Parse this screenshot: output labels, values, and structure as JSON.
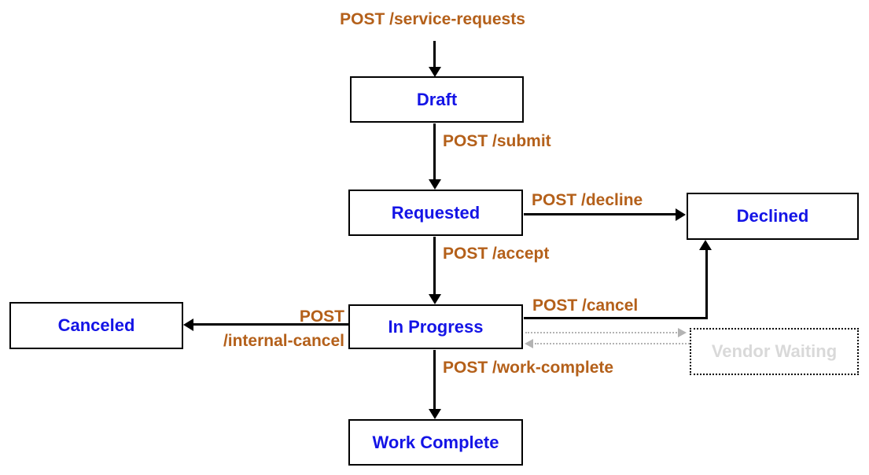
{
  "diagram": {
    "type": "state-flow",
    "nodes": [
      {
        "id": "draft",
        "label": "Draft"
      },
      {
        "id": "requested",
        "label": "Requested"
      },
      {
        "id": "declined",
        "label": "Declined"
      },
      {
        "id": "in_progress",
        "label": "In Progress"
      },
      {
        "id": "canceled",
        "label": "Canceled"
      },
      {
        "id": "vendor_waiting",
        "label": "Vendor Waiting",
        "style": "dotted"
      },
      {
        "id": "work_complete",
        "label": "Work Complete"
      }
    ],
    "edges": [
      {
        "from": "start",
        "to": "draft",
        "label": "POST /service-requests",
        "style": "solid"
      },
      {
        "from": "draft",
        "to": "requested",
        "label": "POST /submit",
        "style": "solid"
      },
      {
        "from": "requested",
        "to": "declined",
        "label": "POST /decline",
        "style": "solid"
      },
      {
        "from": "requested",
        "to": "in_progress",
        "label": "POST /accept",
        "style": "solid"
      },
      {
        "from": "in_progress",
        "to": "declined",
        "label": "POST /cancel",
        "style": "solid"
      },
      {
        "from": "in_progress",
        "to": "canceled",
        "label_line1": "POST",
        "label_line2": "/internal-cancel",
        "style": "solid"
      },
      {
        "from": "in_progress",
        "to": "work_complete",
        "label": "POST /work-complete",
        "style": "solid"
      },
      {
        "from": "in_progress",
        "to": "vendor_waiting",
        "label": "",
        "style": "dotted"
      },
      {
        "from": "vendor_waiting",
        "to": "in_progress",
        "label": "",
        "style": "dotted"
      }
    ],
    "colors": {
      "state_text": "#1414e6",
      "transition_text": "#b4601a",
      "line": "#000000",
      "vendor_text": "#d9d9d9",
      "dotted_line": "#b3b3b3"
    }
  }
}
